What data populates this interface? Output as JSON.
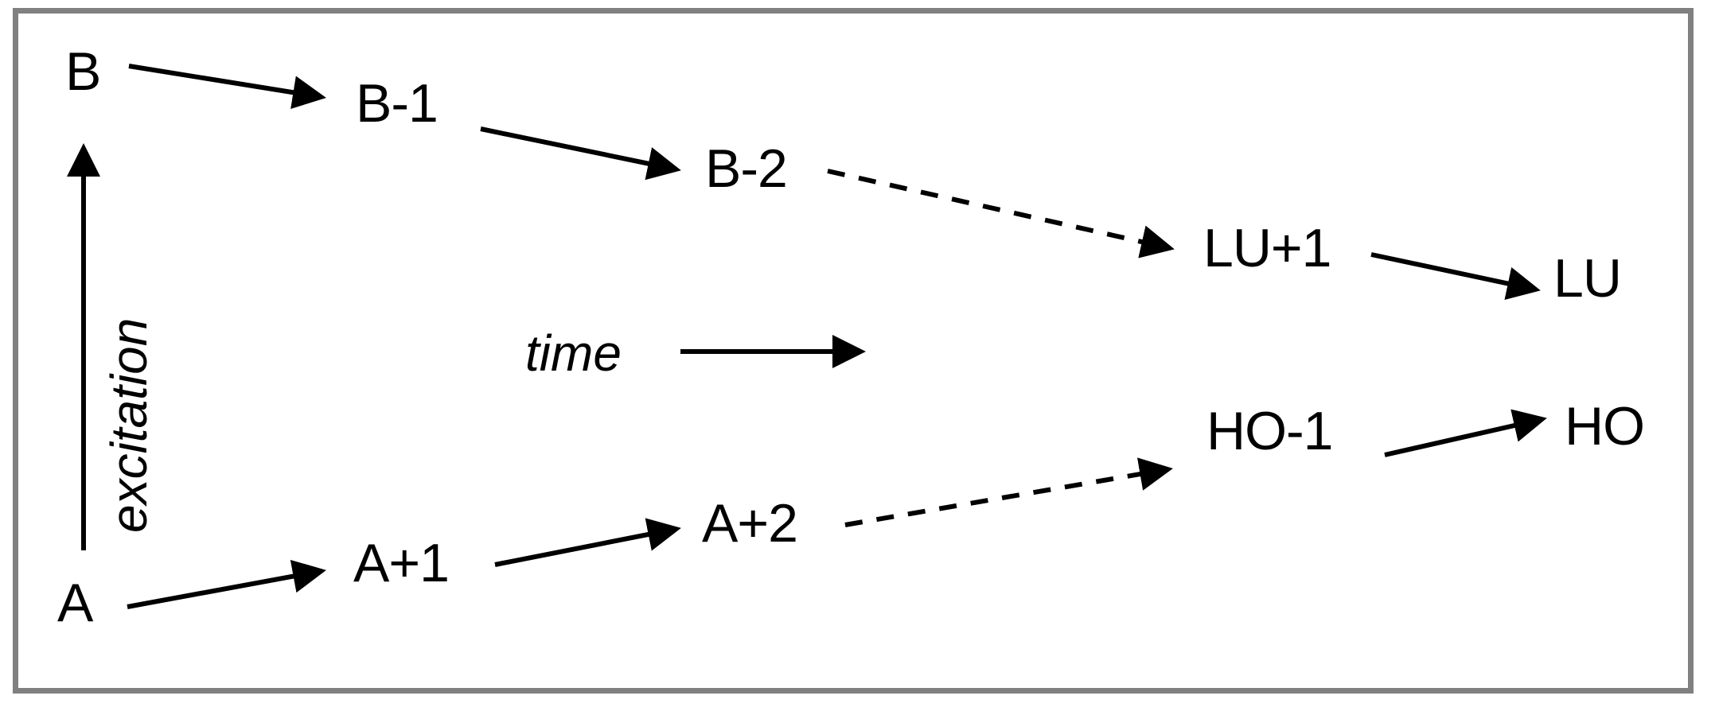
{
  "figure": {
    "type": "flow-diagram",
    "background_color": "#ffffff",
    "border_color": "#808080",
    "stroke_color": "#000000"
  },
  "axes": {
    "vertical": {
      "label": "excitation",
      "direction": "up",
      "style": "solid-arrow"
    },
    "horizontal": {
      "label": "time",
      "direction": "right",
      "style": "solid-arrow"
    }
  },
  "nodes": [
    {
      "id": "B",
      "label": "B",
      "chain": "upper",
      "index": 0
    },
    {
      "id": "B-1",
      "label": "B-1",
      "chain": "upper",
      "index": 1
    },
    {
      "id": "B-2",
      "label": "B-2",
      "chain": "upper",
      "index": 2
    },
    {
      "id": "LU+1",
      "label": "LU+1",
      "chain": "upper",
      "index": 3
    },
    {
      "id": "LU",
      "label": "LU",
      "chain": "upper",
      "index": 4
    },
    {
      "id": "A",
      "label": "A",
      "chain": "lower",
      "index": 0
    },
    {
      "id": "A+1",
      "label": "A+1",
      "chain": "lower",
      "index": 1
    },
    {
      "id": "A+2",
      "label": "A+2",
      "chain": "lower",
      "index": 2
    },
    {
      "id": "HO-1",
      "label": "HO-1",
      "chain": "lower",
      "index": 3
    },
    {
      "id": "HO",
      "label": "HO",
      "chain": "lower",
      "index": 4
    }
  ],
  "edges": [
    {
      "from": "B",
      "to": "B-1",
      "style": "solid"
    },
    {
      "from": "B-1",
      "to": "B-2",
      "style": "solid"
    },
    {
      "from": "B-2",
      "to": "LU+1",
      "style": "dashed"
    },
    {
      "from": "LU+1",
      "to": "LU",
      "style": "solid"
    },
    {
      "from": "A",
      "to": "A+1",
      "style": "solid"
    },
    {
      "from": "A+1",
      "to": "A+2",
      "style": "solid"
    },
    {
      "from": "A+2",
      "to": "HO-1",
      "style": "dashed"
    },
    {
      "from": "HO-1",
      "to": "HO",
      "style": "solid"
    }
  ]
}
